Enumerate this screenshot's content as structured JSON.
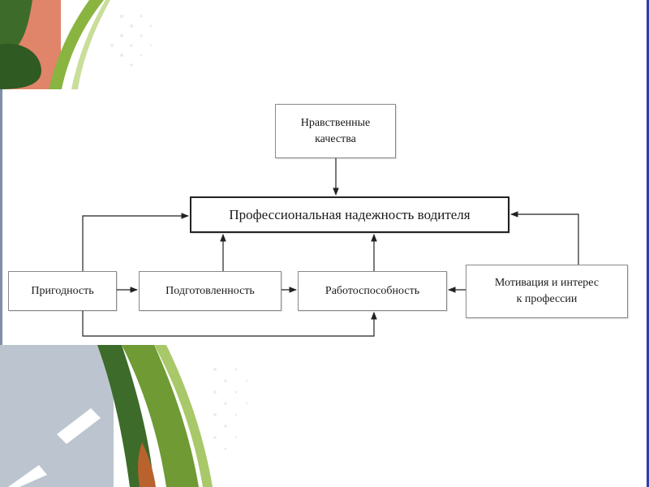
{
  "diagram": {
    "nodes": {
      "moral": "Нравственные\nкачества",
      "reliability": "Профессиональная надежность водителя",
      "fitness": "Пригодность",
      "preparedness": "Подготовленность",
      "workability": "Работоспособность",
      "motivation": "Мотивация и интерес\nк профессии"
    },
    "edges": [
      {
        "from": "moral",
        "to": "reliability"
      },
      {
        "from": "preparedness",
        "to": "reliability"
      },
      {
        "from": "workability",
        "to": "reliability"
      },
      {
        "from": "fitness",
        "to": "reliability"
      },
      {
        "from": "motivation",
        "to": "reliability"
      },
      {
        "from": "fitness",
        "to": "preparedness"
      },
      {
        "from": "preparedness",
        "to": "workability"
      },
      {
        "from": "motivation",
        "to": "workability"
      },
      {
        "from": "fitness",
        "to": "workability"
      }
    ],
    "colors": {
      "line": "#222222",
      "box_border": "#8a8a8a",
      "green_dark": "#3d6b2a",
      "green_light": "#8ab440",
      "salmon": "#e0846a",
      "road_gray": "#bcc5cf"
    }
  }
}
